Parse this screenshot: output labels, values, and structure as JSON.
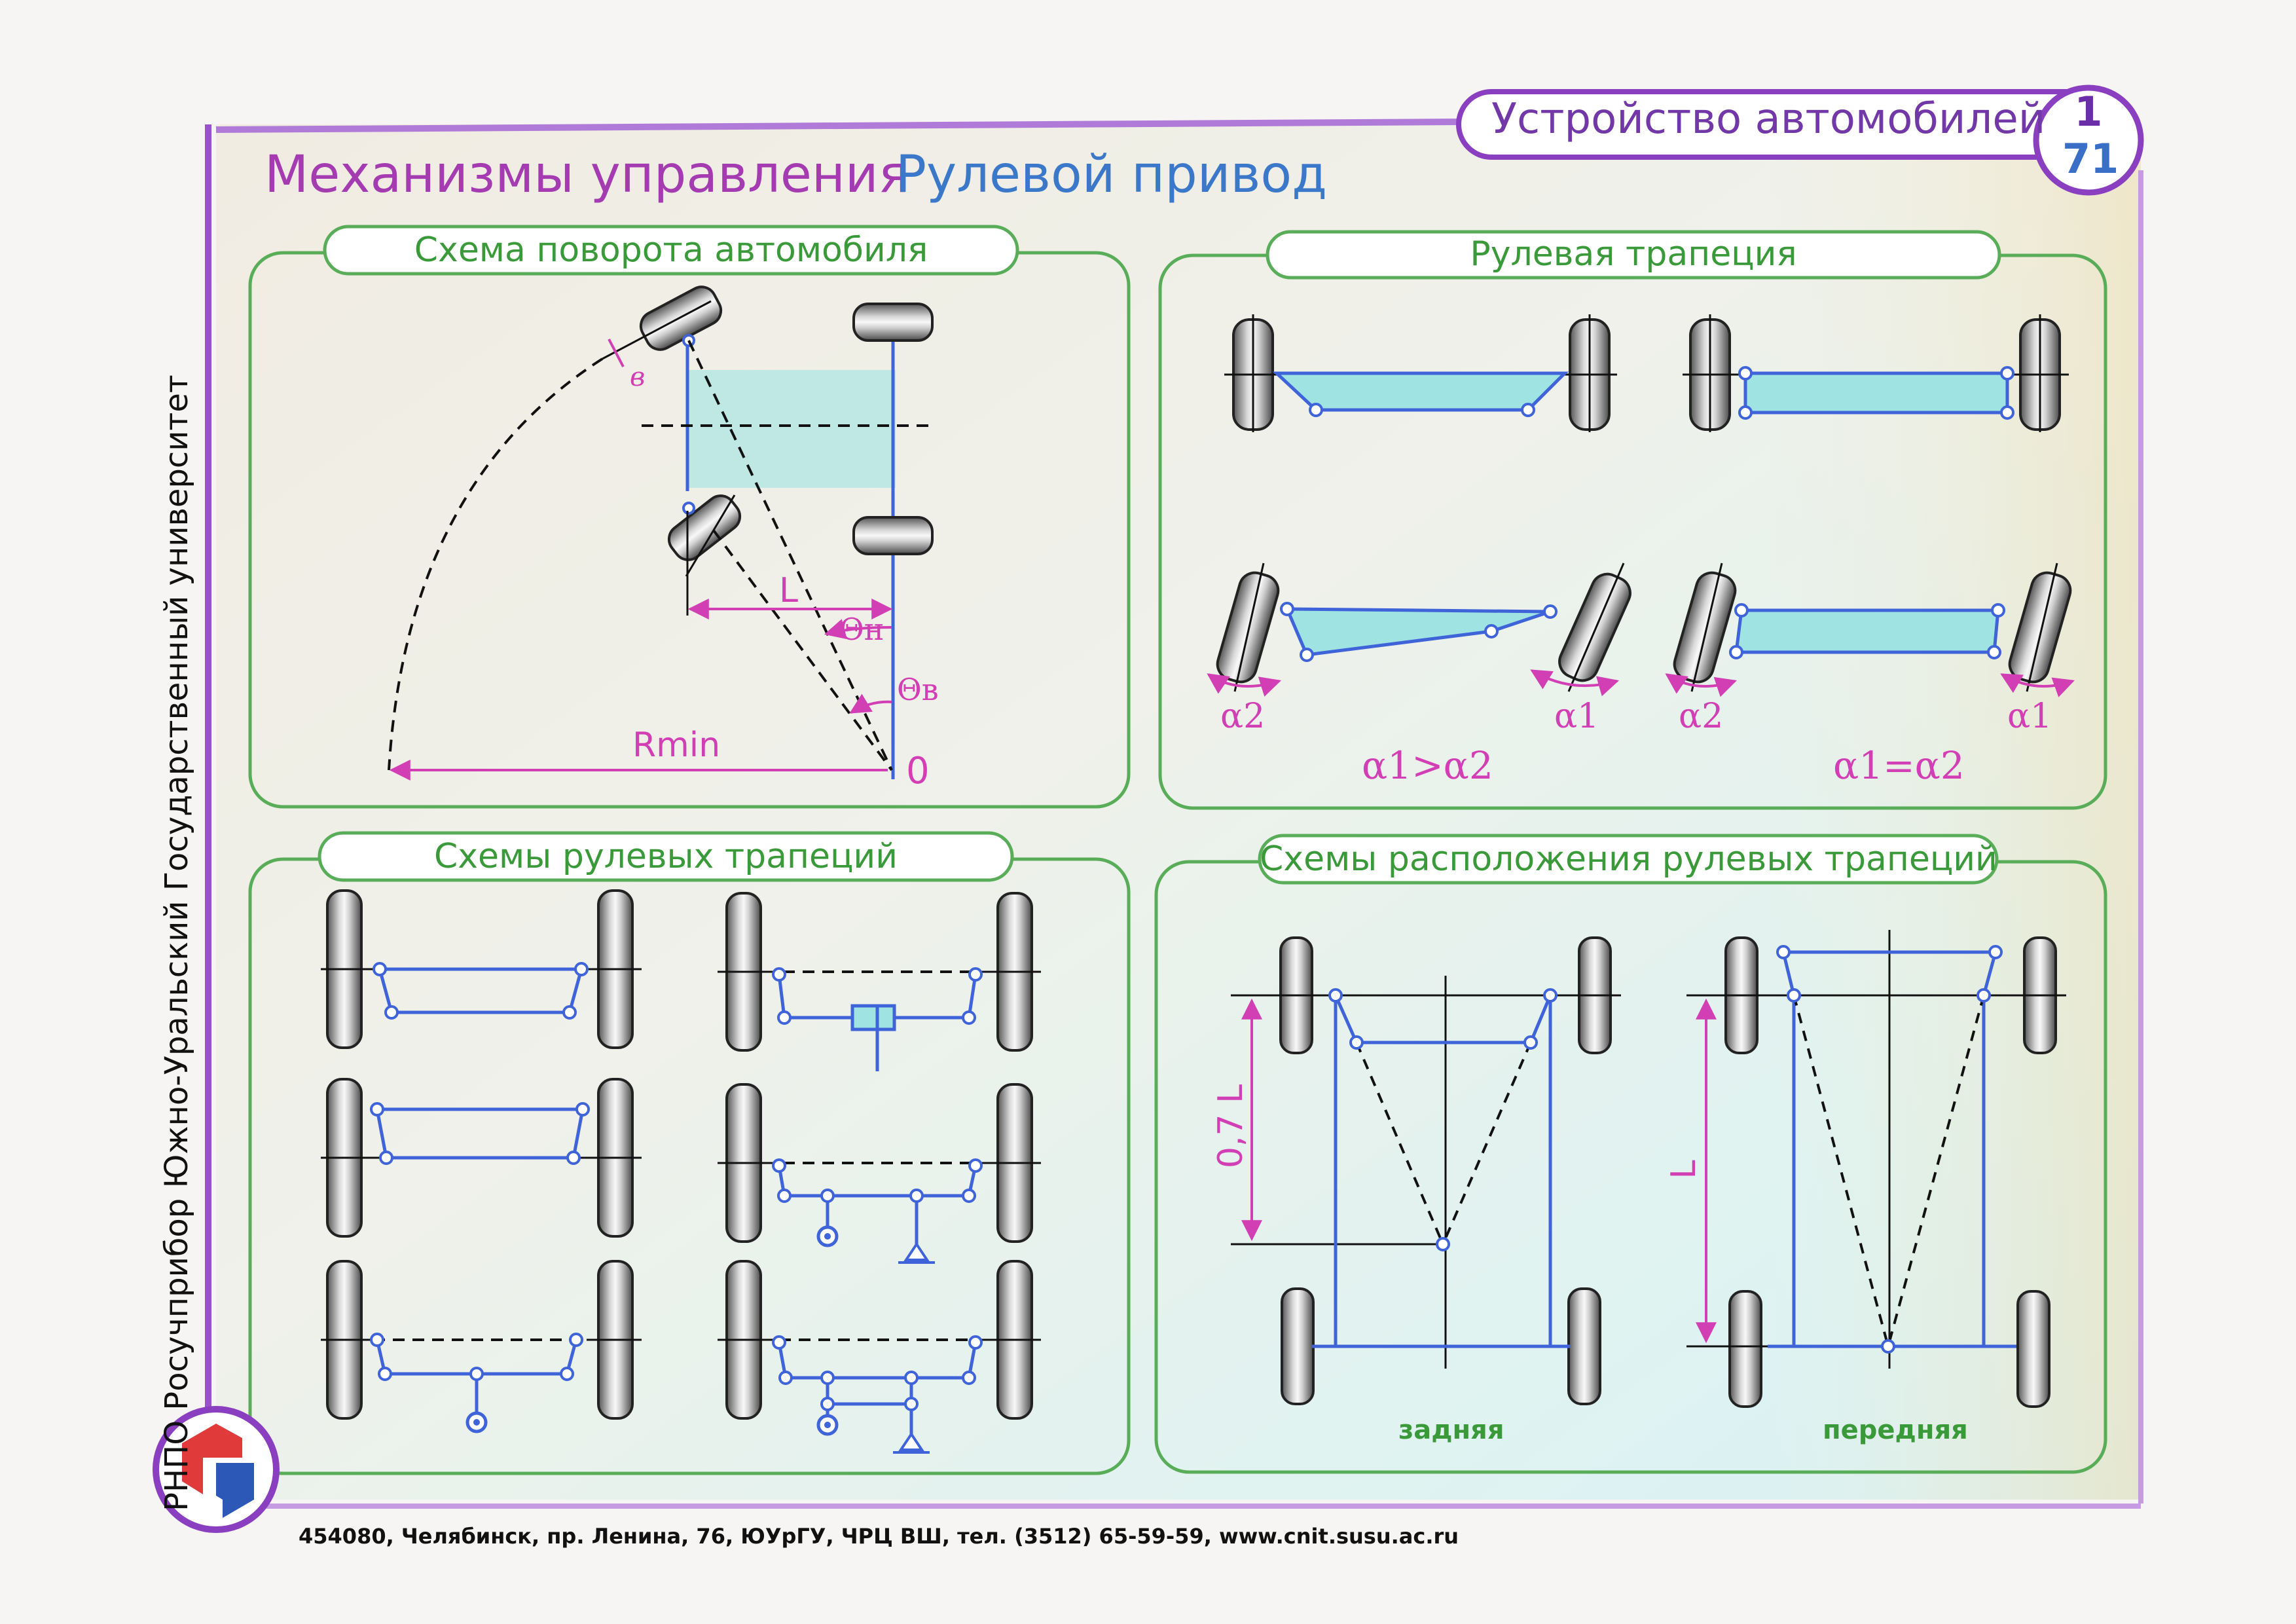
{
  "header": {
    "main_title": "Механизмы управления",
    "sub_title": "Рулевой привод",
    "series_title": "Устройство автомобилей",
    "sheet_number": "1",
    "sheet_page": "71"
  },
  "sidebar": {
    "vertical_text": "РНПО Росучприбор     Южно-Уральский Государственный университет"
  },
  "panels": {
    "turn_scheme": {
      "title": "Схема поворота автомобиля",
      "label_b": "в",
      "label_L": "L",
      "label_theta_n": "Θн",
      "label_theta_v": "Θв",
      "label_rmin": "Rmin",
      "label_zero": "0"
    },
    "steering_trapezoid": {
      "title": "Рулевая трапеция",
      "alpha2_left": "α2",
      "alpha1_left": "α1",
      "alpha2_right": "α2",
      "alpha1_right": "α1",
      "relation_left": "α1>α2",
      "relation_right": "α1=α2"
    },
    "trapezoid_schemes": {
      "title": "Схемы рулевых трапеций"
    },
    "trapezoid_layout": {
      "title": "Схемы расположения рулевых трапеций",
      "label_07L": "0,7 L",
      "label_L": "L",
      "caption_rear": "задняя",
      "caption_front": "передняя"
    }
  },
  "footer": {
    "address": "454080, Челябинск, пр. Ленина, 76, ЮУрГУ, ЧРЦ ВШ, тел. (3512) 65-59-59, www.cnit.susu.ac.ru"
  },
  "colors": {
    "linkage_blue": "#3f63d8",
    "fill_cyan": "#9fe3e3",
    "panel_green": "#59ad59",
    "annotation_magenta": "#d23fb4",
    "frame_purple": "#9a52c8"
  }
}
